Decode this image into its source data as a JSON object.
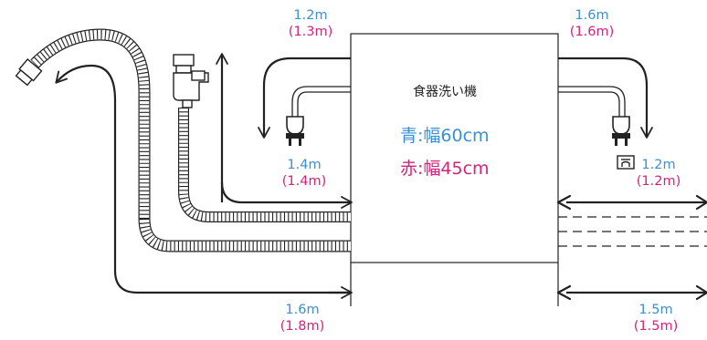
{
  "colors": {
    "blue": "#3b8fd6",
    "pink": "#d8217a",
    "line": "#222222",
    "hose_fill": "#ffffff"
  },
  "machine": {
    "name": "食器洗い機",
    "blue_line": {
      "prefix": "青",
      "value": "幅60cm"
    },
    "pink_line": {
      "prefix": "赤",
      "value": "幅45cm"
    }
  },
  "labels": {
    "top_left": {
      "blue": "1.2m",
      "pink": "(1.3m)"
    },
    "top_right": {
      "blue": "1.6m",
      "pink": "(1.6m)"
    },
    "mid_left": {
      "blue": "1.4m",
      "pink": "(1.4m)"
    },
    "mid_right": {
      "blue": "1.2m",
      "pink": "(1.2m)"
    },
    "bot_left": {
      "blue": "1.6m",
      "pink": "(1.8m)"
    },
    "bot_right": {
      "blue": "1.5m",
      "pink": "(1.5m)"
    }
  },
  "icons": [
    "plug-icon-left",
    "plug-icon-right",
    "outlet-icon",
    "faucet-valve-icon",
    "drain-hose-icon",
    "water-hose-icon"
  ]
}
